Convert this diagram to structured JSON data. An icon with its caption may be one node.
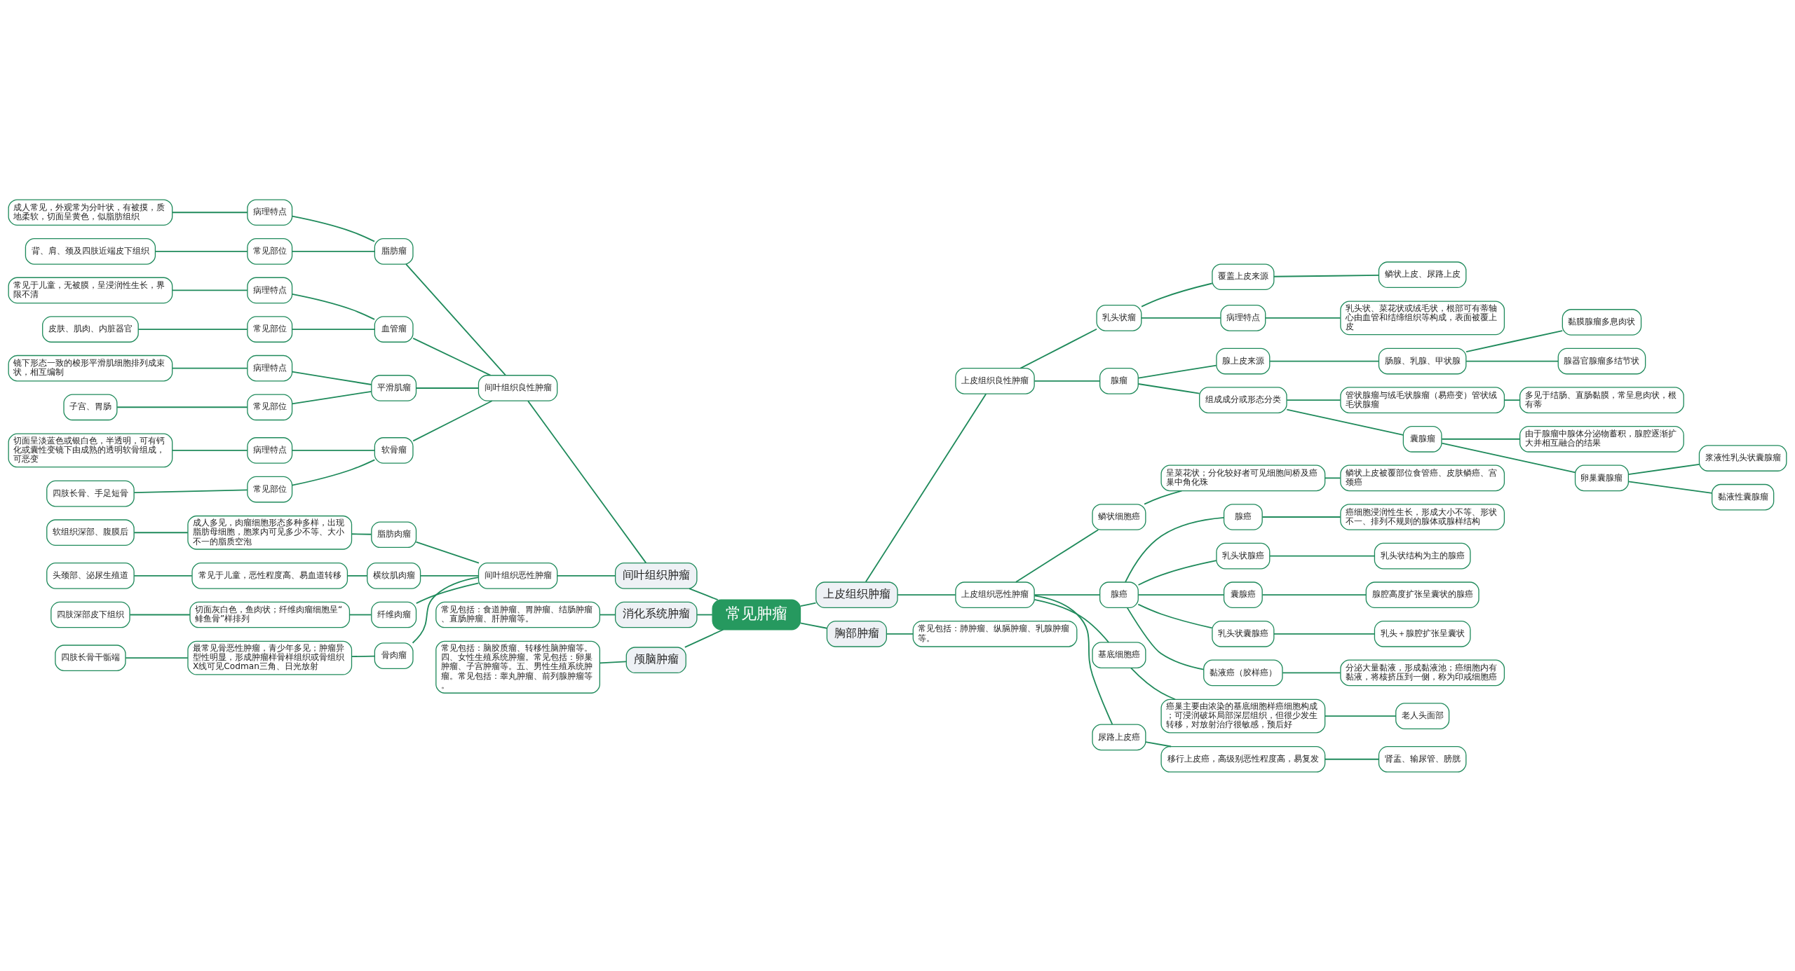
{
  "diagram": {
    "nodes": [
      {
        "text": [
          "常见肿瘤"
        ]
      },
      {
        "text": [
          "上皮组织肿瘤"
        ]
      },
      {
        "text": [
          "上皮组织良性肿瘤"
        ]
      },
      {
        "text": [
          "乳头状瘤"
        ]
      },
      {
        "text": [
          "覆盖上皮来源"
        ]
      },
      {
        "text": [
          "鳞状上皮、尿路上皮"
        ]
      },
      {
        "text": [
          "病理特点"
        ]
      },
      {
        "text": [
          "乳头状、菜花状或绒毛状，根部可有蒂轴心由血管和结缔组织等构成，表面被覆上皮"
        ]
      },
      {
        "text": [
          "腺瘤"
        ]
      },
      {
        "text": [
          "腺上皮来源"
        ]
      },
      {
        "text": [
          "肠腺、乳腺、甲状腺"
        ]
      },
      {
        "text": [
          "黏膜腺瘤多息肉状"
        ]
      },
      {
        "text": [
          "腺器官腺瘤多结节状"
        ]
      },
      {
        "text": [
          "组成成分或形态分类"
        ]
      },
      {
        "text": [
          "管状腺瘤与绒毛状腺瘤（易癌变）管状绒毛状腺瘤"
        ]
      },
      {
        "text": [
          "多见于结肠、直肠黏膜，常呈息肉状，根有蒂"
        ]
      },
      {
        "text": [
          "囊腺瘤"
        ]
      },
      {
        "text": [
          "由于腺瘤中腺体分泌物蓄积，腺腔逐渐扩大并相互融合的结果"
        ]
      },
      {
        "text": [
          "卵巢囊腺瘤"
        ]
      },
      {
        "text": [
          "浆液性乳头状囊腺瘤"
        ]
      },
      {
        "text": [
          "黏液性囊腺瘤"
        ]
      },
      {
        "text": [
          "上皮组织恶性肿瘤"
        ]
      },
      {
        "text": [
          "鳞状细胞癌"
        ]
      },
      {
        "text": [
          "呈菜花状；分化较好者可见细胞间桥及癌巢中角化珠"
        ]
      },
      {
        "text": [
          "鳞状上皮被覆部位食管癌、皮肤鳞癌、宫颈癌"
        ]
      },
      {
        "text": [
          "腺癌"
        ]
      },
      {
        "text": [
          "腺癌"
        ]
      },
      {
        "text": [
          "癌细胞浸润性生长，形成大小不等、形状不一、排列不规则的腺体或腺样结构"
        ]
      },
      {
        "text": [
          "乳头状腺癌"
        ]
      },
      {
        "text": [
          "乳头状结构为主的腺癌"
        ]
      },
      {
        "text": [
          "囊腺癌"
        ]
      },
      {
        "text": [
          "腺腔高度扩张呈囊状的腺癌"
        ]
      },
      {
        "text": [
          "乳头状囊腺癌"
        ]
      },
      {
        "text": [
          "乳头＋腺腔扩张呈囊状"
        ]
      },
      {
        "text": [
          "黏液癌（胶样癌）"
        ]
      },
      {
        "text": [
          "分泌大量黏液，形成黏液池；癌细胞内有黏液，将核挤压到一侧，称为印戒细胞癌"
        ]
      },
      {
        "text": [
          "基底细胞癌"
        ]
      },
      {
        "text": [
          "癌巢主要由浓染的基底细胞样癌细胞构成；可浸润破坏局部深层组织，但很少发生转移，对放射治疗很敏感，预后好"
        ]
      },
      {
        "text": [
          "老人头面部"
        ]
      },
      {
        "text": [
          "尿路上皮癌"
        ]
      },
      {
        "text": [
          "移行上皮癌，高级别恶性程度高，易复发"
        ]
      },
      {
        "text": [
          "肾盂、输尿管、膀胱"
        ]
      },
      {
        "text": [
          "胸部肿瘤"
        ]
      },
      {
        "text": [
          "常见包括：肺肿瘤、纵膈肿瘤、乳腺肿瘤等。"
        ]
      },
      {
        "text": [
          "间叶组织肿瘤"
        ]
      },
      {
        "text": [
          "间叶组织良性肿瘤"
        ]
      },
      {
        "text": [
          "脂肪瘤"
        ]
      },
      {
        "text": [
          "病理特点"
        ]
      },
      {
        "text": [
          "成人常见，外观常为分叶状，有被摸，质地柔软，切面呈黄色，似脂肪组织"
        ]
      },
      {
        "text": [
          "常见部位"
        ]
      },
      {
        "text": [
          "背、肩、颈及四肢近端皮下组织"
        ]
      },
      {
        "text": [
          "血管瘤"
        ]
      },
      {
        "text": [
          "病理特点"
        ]
      },
      {
        "text": [
          "常见于儿童，无被膜，呈浸润性生长，界限不清"
        ]
      },
      {
        "text": [
          "常见部位"
        ]
      },
      {
        "text": [
          "皮肤、肌肉、内脏器官"
        ]
      },
      {
        "text": [
          "平滑肌瘤"
        ]
      },
      {
        "text": [
          "病理特点"
        ]
      },
      {
        "text": [
          "镜下形态一致的梭形平滑肌细胞排列成束状，相互编制"
        ]
      },
      {
        "text": [
          "常见部位"
        ]
      },
      {
        "text": [
          "子宫、胃肠"
        ]
      },
      {
        "text": [
          "软骨瘤"
        ]
      },
      {
        "text": [
          "病理特点"
        ]
      },
      {
        "text": [
          "切面呈淡蓝色或银白色，半透明，可有钙化或囊性变镜下由成熟的透明软骨组成，可恶变"
        ]
      },
      {
        "text": [
          "常见部位"
        ]
      },
      {
        "text": [
          "四肢长骨、手足短骨"
        ]
      },
      {
        "text": [
          "间叶组织恶性肿瘤"
        ]
      },
      {
        "text": [
          "脂肪肉瘤"
        ]
      },
      {
        "text": [
          "成人多见，肉瘤细胞形态多种多样，出现脂肪母细胞，胞浆内可见多少不等、大小不一的脂质空泡"
        ]
      },
      {
        "text": [
          "软组织深部、腹膜后"
        ]
      },
      {
        "text": [
          "横纹肌肉瘤"
        ]
      },
      {
        "text": [
          "常见于儿童，恶性程度高、易血道转移"
        ]
      },
      {
        "text": [
          "头颈部、泌尿生殖道"
        ]
      },
      {
        "text": [
          "纤维肉瘤"
        ]
      },
      {
        "text": [
          "切面灰白色，鱼肉状；纤维肉瘤细胞呈“鲱鱼骨”样排列"
        ]
      },
      {
        "text": [
          "四肢深部皮下组织"
        ]
      },
      {
        "text": [
          "骨肉瘤"
        ]
      },
      {
        "text": [
          "最常见骨恶性肿瘤，青少年多见；肿瘤异型性明显，形成肿瘤样骨样组织或骨组织X线可见Codman三角、日光放射"
        ]
      },
      {
        "text": [
          "四肢长骨干骺端"
        ]
      },
      {
        "text": [
          "消化系统肿瘤"
        ]
      },
      {
        "text": [
          "常见包括：食道肿瘤、胃肿瘤、结肠肿瘤、直肠肿瘤、肝肿瘤等。"
        ]
      },
      {
        "text": [
          "颅脑肿瘤"
        ]
      },
      {
        "text": [
          "常见包括：脑胶质瘤、转移性脑肿瘤等。四、女性生殖系统肿瘤。常见包括：卵巢肿瘤、子宫肿瘤等。五、男性生殖系统肿瘤。常见包括：睾丸肿瘤、前列腺肿瘤等。"
        ]
      }
    ],
    "edges": [
      {
        "from": 0,
        "to": 1,
        "arrow": "none"
      },
      {
        "from": 1,
        "to": 2,
        "arrow": "none"
      },
      {
        "from": 2,
        "to": 3,
        "arrow": "none"
      },
      {
        "from": 3,
        "to": 4,
        "arrow": "none"
      },
      {
        "from": 4,
        "to": 5,
        "arrow": "none"
      },
      {
        "from": 3,
        "to": 6,
        "arrow": "none"
      },
      {
        "from": 6,
        "to": 7,
        "arrow": "none"
      },
      {
        "from": 2,
        "to": 8,
        "arrow": "none"
      },
      {
        "from": 8,
        "to": 9,
        "arrow": "none"
      },
      {
        "from": 9,
        "to": 10,
        "arrow": "none"
      },
      {
        "from": 10,
        "to": 11,
        "arrow": "none"
      },
      {
        "from": 10,
        "to": 12,
        "arrow": "none"
      },
      {
        "from": 8,
        "to": 13,
        "arrow": "none"
      },
      {
        "from": 13,
        "to": 14,
        "arrow": "none"
      },
      {
        "from": 14,
        "to": 15,
        "arrow": "none"
      },
      {
        "from": 13,
        "to": 16,
        "arrow": "none"
      },
      {
        "from": 16,
        "to": 17,
        "arrow": "none"
      },
      {
        "from": 16,
        "to": 18,
        "arrow": "none"
      },
      {
        "from": 18,
        "to": 19,
        "arrow": "none"
      },
      {
        "from": 18,
        "to": 20,
        "arrow": "none"
      },
      {
        "from": 1,
        "to": 21,
        "arrow": "none"
      },
      {
        "from": 21,
        "to": 22,
        "arrow": "none"
      },
      {
        "from": 22,
        "to": 23,
        "arrow": "none"
      },
      {
        "from": 23,
        "to": 24,
        "arrow": "none"
      },
      {
        "from": 21,
        "to": 25,
        "arrow": "none"
      },
      {
        "from": 25,
        "to": 26,
        "arrow": "none"
      },
      {
        "from": 26,
        "to": 27,
        "arrow": "none"
      },
      {
        "from": 25,
        "to": 28,
        "arrow": "none"
      },
      {
        "from": 28,
        "to": 29,
        "arrow": "none"
      },
      {
        "from": 25,
        "to": 30,
        "arrow": "none"
      },
      {
        "from": 30,
        "to": 31,
        "arrow": "none"
      },
      {
        "from": 25,
        "to": 32,
        "arrow": "none"
      },
      {
        "from": 32,
        "to": 33,
        "arrow": "none"
      },
      {
        "from": 25,
        "to": 34,
        "arrow": "none"
      },
      {
        "from": 34,
        "to": 35,
        "arrow": "none"
      },
      {
        "from": 21,
        "to": 36,
        "arrow": "none"
      },
      {
        "from": 36,
        "to": 37,
        "arrow": "none"
      },
      {
        "from": 37,
        "to": 38,
        "arrow": "none"
      },
      {
        "from": 21,
        "to": 39,
        "arrow": "none"
      },
      {
        "from": 39,
        "to": 40,
        "arrow": "none"
      },
      {
        "from": 40,
        "to": 41,
        "arrow": "none"
      },
      {
        "from": 0,
        "to": 42,
        "arrow": "none"
      },
      {
        "from": 42,
        "to": 43,
        "arrow": "none"
      },
      {
        "from": 44,
        "to": 0,
        "arrow": "none"
      },
      {
        "from": 45,
        "to": 44,
        "arrow": "none"
      },
      {
        "from": 46,
        "to": 45,
        "arrow": "none"
      },
      {
        "from": 47,
        "to": 46,
        "arrow": "none"
      },
      {
        "from": 48,
        "to": 47,
        "arrow": "none"
      },
      {
        "from": 49,
        "to": 46,
        "arrow": "none"
      },
      {
        "from": 50,
        "to": 49,
        "arrow": "none"
      },
      {
        "from": 51,
        "to": 45,
        "arrow": "none"
      },
      {
        "from": 52,
        "to": 51,
        "arrow": "none"
      },
      {
        "from": 53,
        "to": 52,
        "arrow": "none"
      },
      {
        "from": 54,
        "to": 51,
        "arrow": "none"
      },
      {
        "from": 55,
        "to": 54,
        "arrow": "none"
      },
      {
        "from": 56,
        "to": 45,
        "arrow": "none"
      },
      {
        "from": 57,
        "to": 56,
        "arrow": "none"
      },
      {
        "from": 58,
        "to": 57,
        "arrow": "none"
      },
      {
        "from": 59,
        "to": 56,
        "arrow": "none"
      },
      {
        "from": 60,
        "to": 59,
        "arrow": "none"
      },
      {
        "from": 61,
        "to": 45,
        "arrow": "none"
      },
      {
        "from": 62,
        "to": 61,
        "arrow": "none"
      },
      {
        "from": 63,
        "to": 62,
        "arrow": "none"
      },
      {
        "from": 64,
        "to": 61,
        "arrow": "none"
      },
      {
        "from": 65,
        "to": 64,
        "arrow": "none"
      },
      {
        "from": 66,
        "to": 44,
        "arrow": "none"
      },
      {
        "from": 67,
        "to": 66,
        "arrow": "none"
      },
      {
        "from": 68,
        "to": 67,
        "arrow": "none"
      },
      {
        "from": 69,
        "to": 68,
        "arrow": "none"
      },
      {
        "from": 70,
        "to": 66,
        "arrow": "none"
      },
      {
        "from": 71,
        "to": 70,
        "arrow": "none"
      },
      {
        "from": 72,
        "to": 71,
        "arrow": "none"
      },
      {
        "from": 73,
        "to": 66,
        "arrow": "none"
      },
      {
        "from": 74,
        "to": 73,
        "arrow": "none"
      },
      {
        "from": 75,
        "to": 74,
        "arrow": "none"
      },
      {
        "from": 76,
        "to": 66,
        "arrow": "none"
      },
      {
        "from": 77,
        "to": 76,
        "arrow": "none"
      },
      {
        "from": 78,
        "to": 77,
        "arrow": "none"
      },
      {
        "from": 79,
        "to": 0,
        "arrow": "none"
      },
      {
        "from": 80,
        "to": 79,
        "arrow": "none"
      },
      {
        "from": 81,
        "to": 0,
        "arrow": "none"
      },
      {
        "from": 82,
        "to": 81,
        "arrow": "none"
      }
    ]
  }
}
